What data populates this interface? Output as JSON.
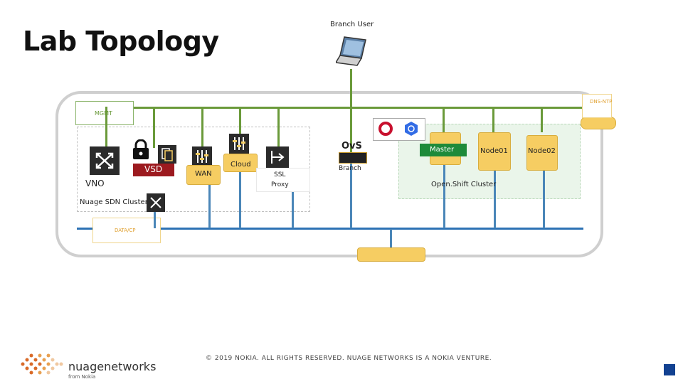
{
  "title": "Lab Topology",
  "branch_user": "Branch User",
  "dns_ntp": "DNS-NTP",
  "mgmt": "MGMT",
  "vno": "VNO",
  "vsd": "VSD",
  "wan": "WAN",
  "cloud": "Cloud",
  "ssl_proxy": [
    "SSL",
    "Proxy"
  ],
  "ovs": "OvS",
  "branch": "Branch",
  "master": "Master",
  "node01": "Node01",
  "node02": "Node02",
  "openshift": "Open.Shift Cluster",
  "nuage_cluster": "Nuage SDN Cluster",
  "data_cp": "DATA/CP",
  "logo": {
    "name": "nuagenetworks",
    "sub": "from Nokia"
  },
  "footer": "© 2019 NOKIA. ALL RIGHTS RESERVED. NUAGE NETWORKS IS A NOKIA VENTURE.",
  "colors": {
    "mgmt_line": "#6a9a3a",
    "data_line": "#2d72b4",
    "node_fill": "#f6cd62",
    "vsd_fill": "#9c1a1f",
    "openshift_bg": "#eaf5ea",
    "corner": "#124191"
  }
}
